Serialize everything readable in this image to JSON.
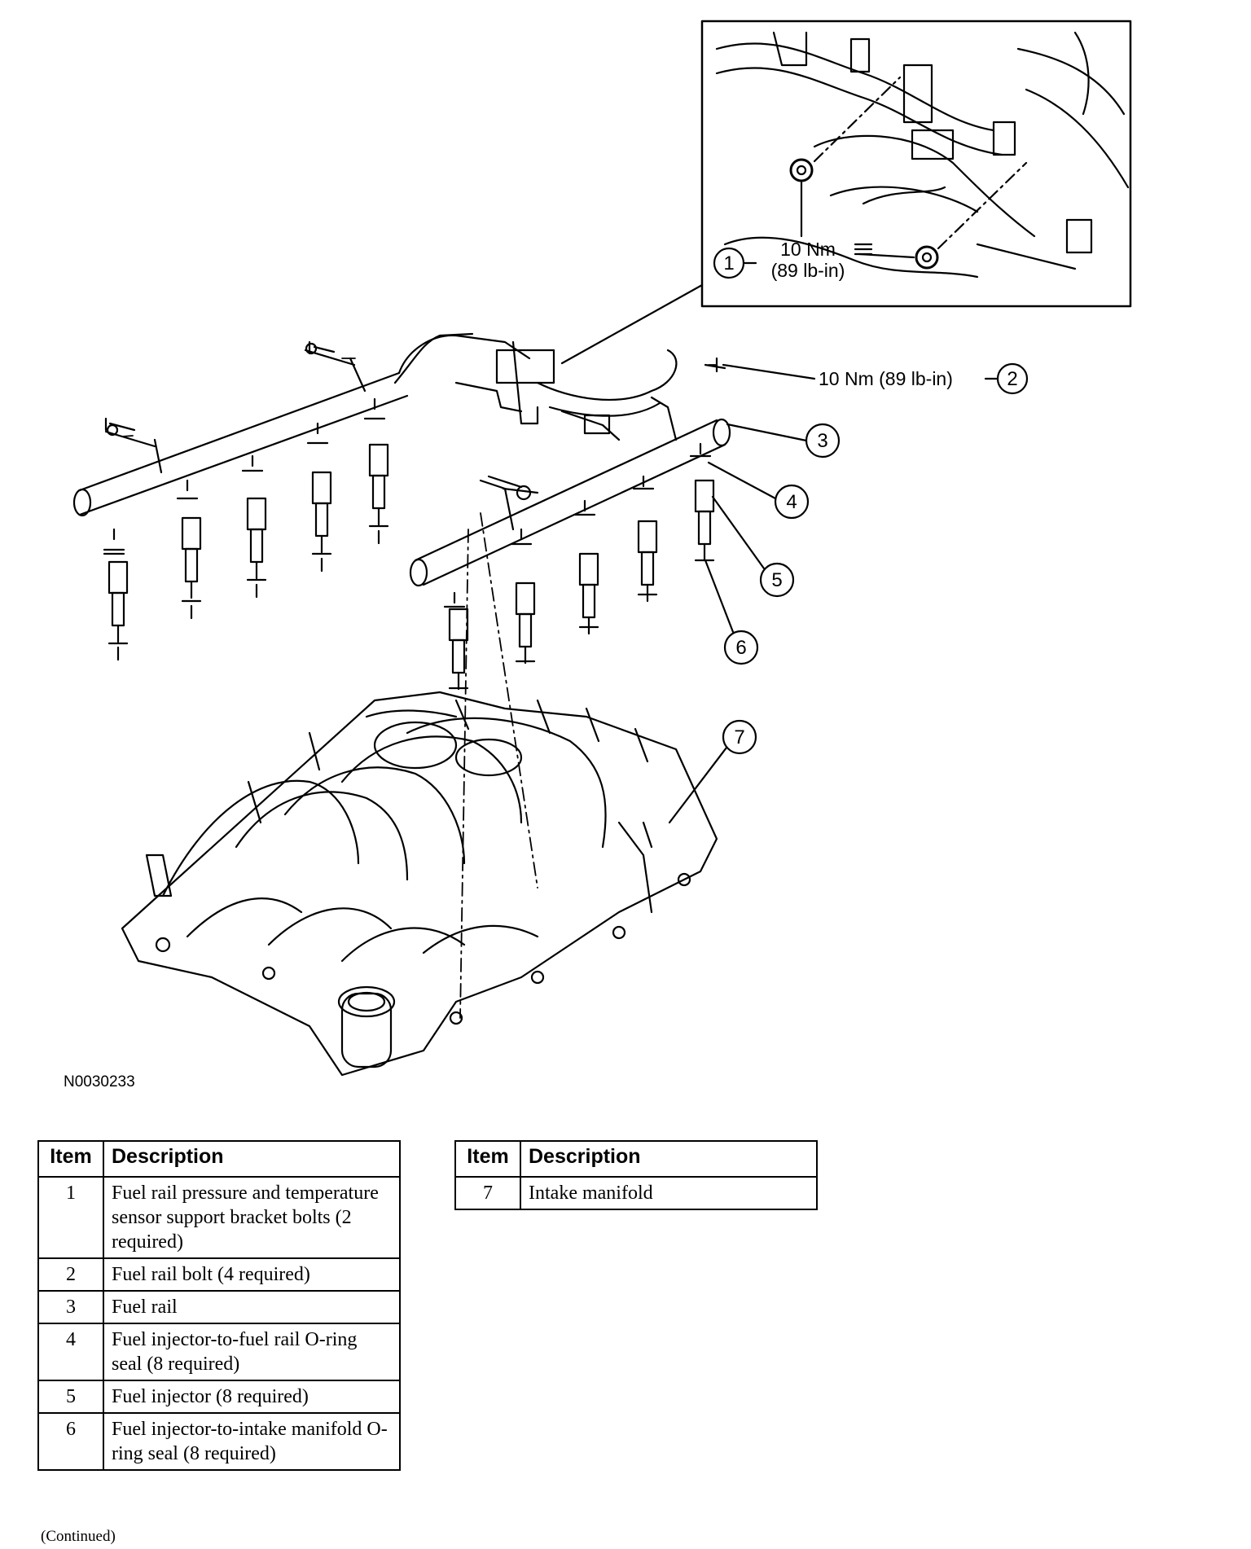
{
  "diagram": {
    "figure_id": "N0030233",
    "callouts": [
      {
        "number": "1"
      },
      {
        "number": "2"
      },
      {
        "number": "3"
      },
      {
        "number": "4"
      },
      {
        "number": "5"
      },
      {
        "number": "6"
      },
      {
        "number": "7"
      }
    ],
    "torque_labels": {
      "inset_nm": "10 Nm",
      "inset_lbin": "(89 lb-in)",
      "rail_bolt": "10 Nm (89 lb-in)"
    }
  },
  "legend": {
    "headers": {
      "item": "Item",
      "description": "Description"
    },
    "left_rows": [
      {
        "item": "1",
        "description": "Fuel rail pressure and temperature sensor support bracket bolts (2 required)"
      },
      {
        "item": "2",
        "description": "Fuel rail bolt (4 required)"
      },
      {
        "item": "3",
        "description": "Fuel rail"
      },
      {
        "item": "4",
        "description": "Fuel injector-to-fuel rail O-ring seal (8 required)"
      },
      {
        "item": "5",
        "description": "Fuel injector (8 required)"
      },
      {
        "item": "6",
        "description": "Fuel injector-to-intake manifold O-ring seal (8 required)"
      }
    ],
    "right_rows": [
      {
        "item": "7",
        "description": "Intake manifold"
      }
    ]
  },
  "footer": {
    "continued": "(Continued)"
  }
}
